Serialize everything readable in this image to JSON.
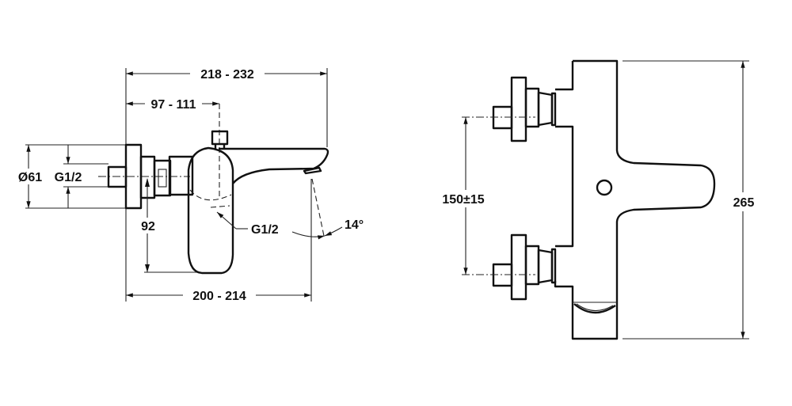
{
  "side_view": {
    "overall_length": "218 - 232",
    "diverter_offset": "97 - 111",
    "flange_diameter": "Ø61",
    "inlet_thread": "G1/2",
    "lever_height": "92",
    "outlet_thread": "G1/2",
    "spout_angle": "14°",
    "spout_reach": "200 - 214"
  },
  "front_view": {
    "inlet_spacing": "150±15",
    "overall_height": "265"
  }
}
